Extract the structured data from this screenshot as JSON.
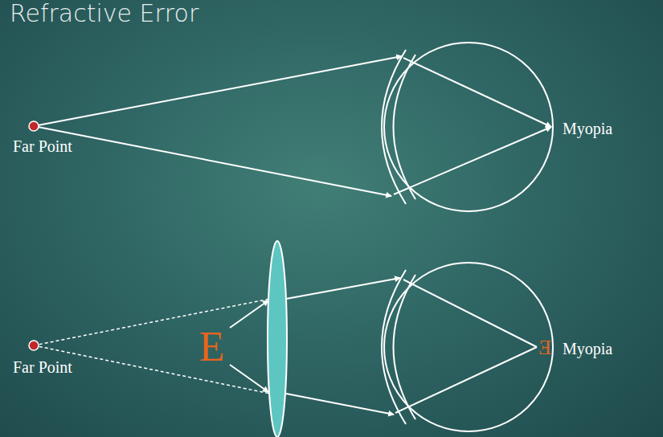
{
  "diagram": {
    "title": "Refractive Error",
    "labels": [
      "Far Point",
      "Myopia",
      "E",
      "E",
      "Far Point",
      "Myopia"
    ]
  }
}
